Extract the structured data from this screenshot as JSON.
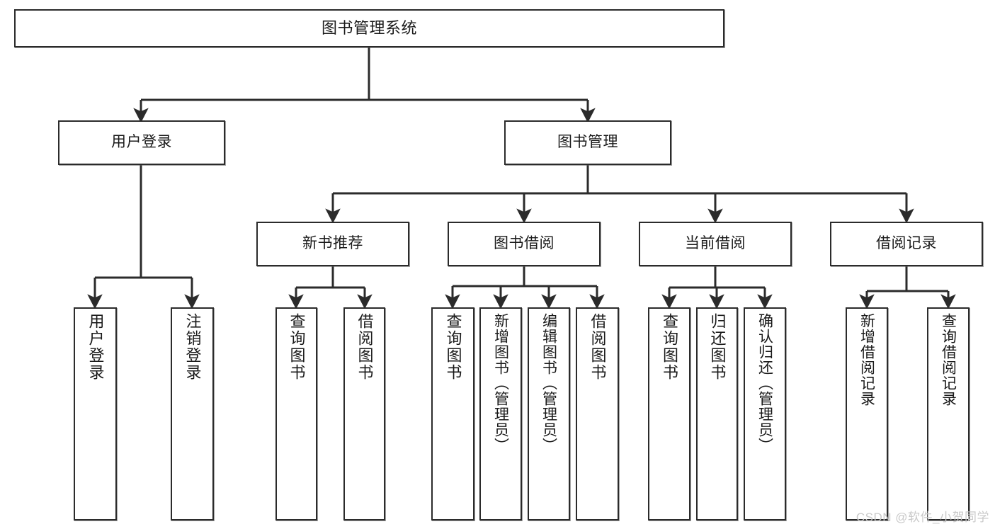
{
  "diagram": {
    "title": "图书管理系统",
    "type": "tree-hierarchy-diagram",
    "watermark": "CSDN @软件_小贺同学",
    "colors": {
      "node_border": "#2b2b2b",
      "node_fill": "#ffffff",
      "edge": "#2b2b2b",
      "text": "#1a1a1a",
      "watermark": "#c9c9c9",
      "background": "#ffffff"
    },
    "root": {
      "id": "root",
      "label": "图书管理系统"
    },
    "level1": [
      {
        "id": "user-login",
        "label": "用户登录"
      },
      {
        "id": "book-manage",
        "label": "图书管理"
      }
    ],
    "level2": [
      {
        "id": "new-book-recommend",
        "label": "新书推荐"
      },
      {
        "id": "book-borrow",
        "label": "图书借阅"
      },
      {
        "id": "current-borrow",
        "label": "当前借阅"
      },
      {
        "id": "borrow-record",
        "label": "借阅记录"
      }
    ],
    "leaves": {
      "user_login": [
        {
          "id": "leaf-user-login",
          "label": "用户登录"
        },
        {
          "id": "leaf-logout-login",
          "label": "注销登录"
        }
      ],
      "new_book_recommend": [
        {
          "id": "leaf-query-book-1",
          "label": "查询图书"
        },
        {
          "id": "leaf-borrow-book-1",
          "label": "借阅图书"
        }
      ],
      "book_borrow": [
        {
          "id": "leaf-query-book-2",
          "label": "查询图书"
        },
        {
          "id": "leaf-add-book",
          "label": "新增图书（管理员）"
        },
        {
          "id": "leaf-edit-book",
          "label": "编辑图书（管理员）"
        },
        {
          "id": "leaf-borrow-book-2",
          "label": "借阅图书"
        }
      ],
      "current_borrow": [
        {
          "id": "leaf-query-book-3",
          "label": "查询图书"
        },
        {
          "id": "leaf-return-book",
          "label": "归还图书"
        },
        {
          "id": "leaf-confirm-return",
          "label": "确认归还（管理员）"
        }
      ],
      "borrow_record": [
        {
          "id": "leaf-add-record",
          "label": "新增借阅记录"
        },
        {
          "id": "leaf-query-record",
          "label": "查询借阅记录"
        }
      ]
    }
  }
}
